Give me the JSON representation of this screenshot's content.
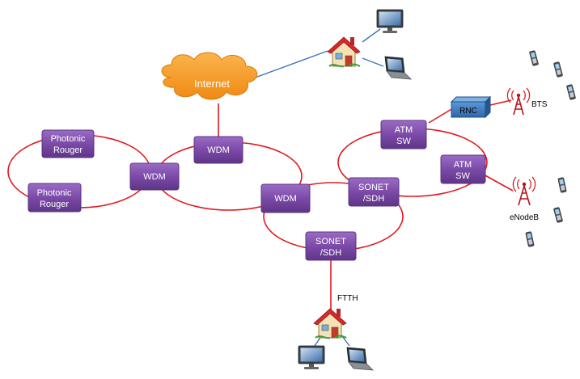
{
  "colors": {
    "link": "#e0191f",
    "node_fill": "#7c4aa8",
    "node_stroke": "#5c3483",
    "cloud_fill": "#f59a23",
    "rnc_fill": "#3f7fc1",
    "uplink": "#3f73b8"
  },
  "cloud": {
    "label": "Internet"
  },
  "nodes": {
    "photonic_1": {
      "line1": "Photonic",
      "line2": "Rouger"
    },
    "photonic_2": {
      "line1": "Photonic",
      "line2": "Rouger"
    },
    "wdm_left": {
      "label": "WDM"
    },
    "wdm_top": {
      "label": "WDM"
    },
    "wdm_center": {
      "label": "WDM"
    },
    "sonet_right": {
      "line1": "SONET",
      "line2": "/SDH"
    },
    "sonet_bottom": {
      "line1": "SONET",
      "line2": "/SDH"
    },
    "atm_1": {
      "line1": "ATM",
      "line2": "SW"
    },
    "atm_2": {
      "line1": "ATM",
      "line2": "SW"
    },
    "rnc": {
      "label": "RNC"
    }
  },
  "labels": {
    "bts": "BTS",
    "enodeb": "eNodeB",
    "ftth": "FTTH"
  },
  "icons": {
    "house": "house-icon",
    "monitor": "monitor-icon",
    "laptop": "laptop-icon",
    "phone": "mobile-phone-icon",
    "antenna": "radio-tower-icon"
  }
}
